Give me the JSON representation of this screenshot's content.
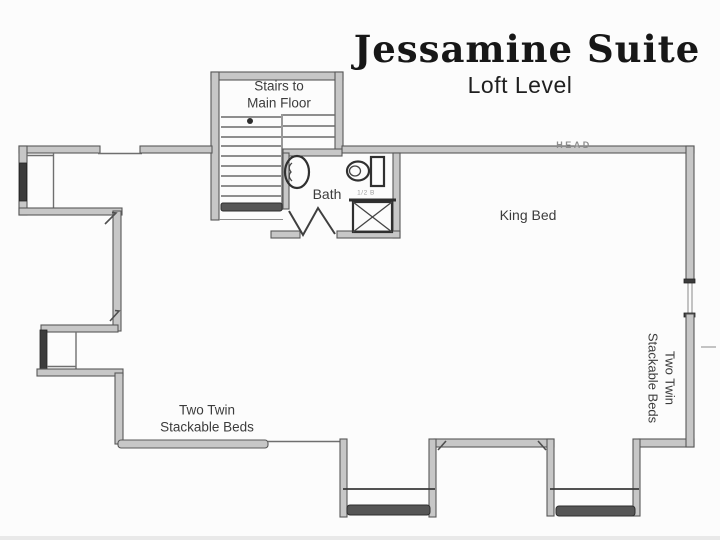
{
  "header": {
    "title": "Jessamine Suite",
    "subtitle": "Loft Level"
  },
  "labels": {
    "stairs": {
      "line1": "Stairs to",
      "line2": "Main Floor"
    },
    "bath": "Bath",
    "king_bed": "King Bed",
    "twin_beds_bottom": {
      "line1": "Two Twin",
      "line2": "Stackable Beds"
    },
    "twin_beds_right": {
      "line1": "Two Twin",
      "line2": "Stackable Beds"
    },
    "faint_wall_text": "HEAD",
    "fixture_note": "1/2 B"
  },
  "colors": {
    "ink": "#171717",
    "label_text": "#3c3c3c",
    "wall_fill": "#c7c7c7",
    "wall_edge": "#585858",
    "window_dark": "#3c3c3c",
    "background": "#fcfcfc"
  }
}
